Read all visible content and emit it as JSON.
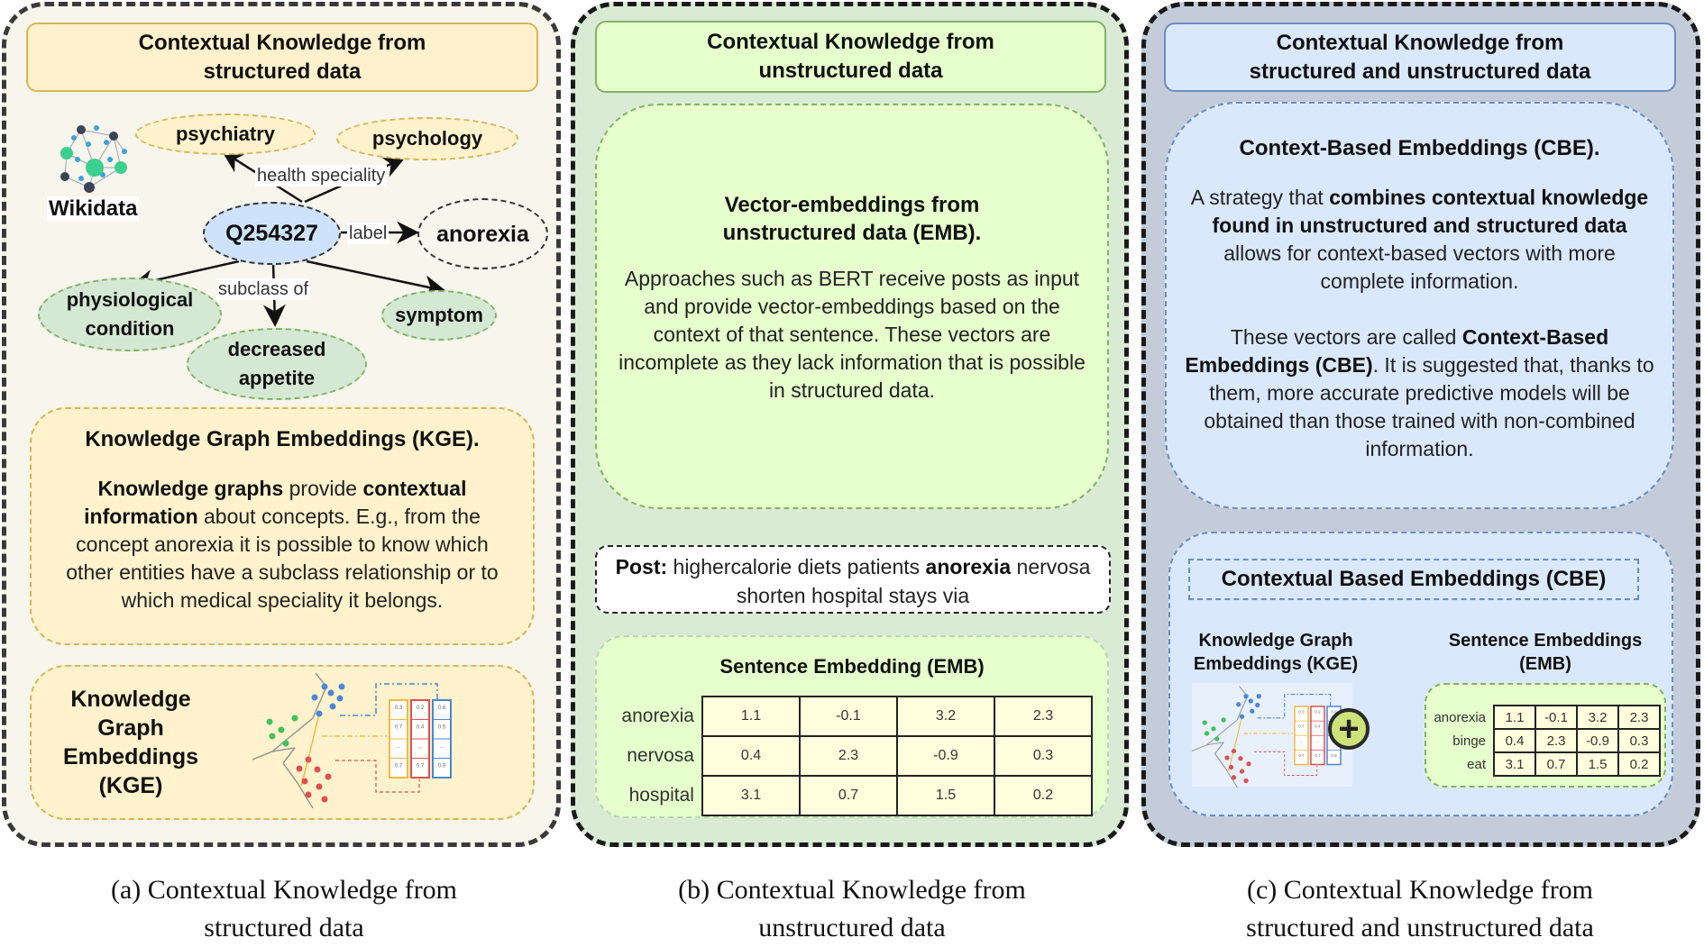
{
  "panels": {
    "a": {
      "header": "Contextual Knowledge from structured data",
      "header_lines": [
        "Contextual Knowledge from",
        "structured data"
      ],
      "graph": {
        "source_label": "Wikidata",
        "source_icon": "wikidata-network-icon",
        "center_node": "Q254327",
        "nodes": {
          "psychiatry": "psychiatry",
          "psychology": "psychology",
          "anorexia": "anorexia",
          "physiological_condition": [
            "physiological",
            "condition"
          ],
          "decreased_appetite": [
            "decreased",
            "appetite"
          ],
          "symptom": "symptom"
        },
        "edge_labels": {
          "health_speciality": "health speciality",
          "label": "label",
          "subclass_of": "subclass of"
        }
      },
      "kge_box": {
        "title": "Knowledge Graph Embeddings (KGE).",
        "body": [
          {
            "t": "Knowledge graphs",
            "b": true
          },
          {
            "t": " provide ",
            "b": false
          },
          {
            "t": "contextual information",
            "b": true
          },
          {
            "t": " about concepts. E.g., from the concept anorexia it is possible to know which other entities have a subclass relationship or to which medical speciality it belongs.",
            "b": false
          }
        ]
      },
      "kge_image_box": {
        "label_lines": [
          "Knowledge",
          "Graph",
          "Embeddings",
          "(KGE)"
        ],
        "vectors": {
          "yellow": [
            "0.3",
            "0.7",
            "...",
            "0.7"
          ],
          "red": [
            "0.2",
            "0.4",
            "...",
            "0.7"
          ],
          "blue": [
            "0.6",
            "0.5",
            "...",
            "0.9"
          ]
        }
      },
      "caption_lines": [
        "(a) Contextual Knowledge from",
        "structured data"
      ]
    },
    "b": {
      "header_lines": [
        "Contextual Knowledge from",
        "unstructured data"
      ],
      "emb_box": {
        "title_lines": [
          "Vector-embeddings from",
          "unstructured data (EMB)."
        ],
        "body": "Approaches such as BERT receive posts as input and provide vector-embeddings based on the context of that sentence. These vectors are incomplete as they lack information that is possible in structured data."
      },
      "post": [
        {
          "t": "Post:",
          "b": true
        },
        {
          "t": " highercalorie diets patients ",
          "b": false
        },
        {
          "t": "anorexia",
          "b": true
        },
        {
          "t": " nervosa shorten hospital stays via",
          "b": false
        }
      ],
      "sentence_embedding": {
        "title": "Sentence Embedding (EMB)",
        "rows": [
          {
            "label": "anorexia",
            "values": [
              "1.1",
              "-0.1",
              "3.2",
              "2.3"
            ]
          },
          {
            "label": "nervosa",
            "values": [
              "0.4",
              "2.3",
              "-0.9",
              "0.3"
            ]
          },
          {
            "label": "hospital",
            "values": [
              "3.1",
              "0.7",
              "1.5",
              "0.2"
            ]
          }
        ]
      },
      "caption_lines": [
        "(b) Contextual Knowledge from",
        "unstructured data"
      ]
    },
    "c": {
      "header_lines": [
        "Contextual Knowledge from",
        "structured and unstructured data"
      ],
      "cbe_box": {
        "title": "Context-Based Embeddings (CBE).",
        "para1": [
          {
            "t": "A strategy that ",
            "b": false
          },
          {
            "t": "combines contextual knowledge found in unstructured and structured data",
            "b": true
          },
          {
            "t": " allows for context-based vectors with more complete information.",
            "b": false
          }
        ],
        "para2": [
          {
            "t": "These vectors are called ",
            "b": false
          },
          {
            "t": "Context-Based Embeddings (CBE)",
            "b": true
          },
          {
            "t": ". It is suggested that, thanks to them, more accurate predictive models will be obtained than those trained with non-combined information.",
            "b": false
          }
        ]
      },
      "combined": {
        "title": "Contextual Based Embeddings (CBE)",
        "kge_label_lines": [
          "Knowledge Graph",
          "Embeddings (KGE)"
        ],
        "emb_label_lines": [
          "Sentence Embeddings",
          "(EMB)"
        ],
        "operator": "+",
        "rows": [
          {
            "label": "anorexia",
            "values": [
              "1.1",
              "-0.1",
              "3.2",
              "2.3"
            ]
          },
          {
            "label": "binge",
            "values": [
              "0.4",
              "2.3",
              "-0.9",
              "0.3"
            ]
          },
          {
            "label": "eat",
            "values": [
              "3.1",
              "0.7",
              "1.5",
              "0.2"
            ]
          }
        ]
      },
      "caption_lines": [
        "(c) Contextual Knowledge from",
        "structured and unstructured data"
      ]
    }
  },
  "colors": {
    "structured_fill": "#fff2cc",
    "structured_stroke": "#d6b656",
    "unstructured_fill": "#e6ffcc",
    "unstructured_stroke": "#82b366",
    "combined_fill": "#dae8fc",
    "combined_stroke": "#6c8ebf",
    "kge_yellow": "#f5b942",
    "kge_red": "#e05050",
    "kge_blue": "#4a86d8",
    "kge_green": "#3cc35a"
  }
}
